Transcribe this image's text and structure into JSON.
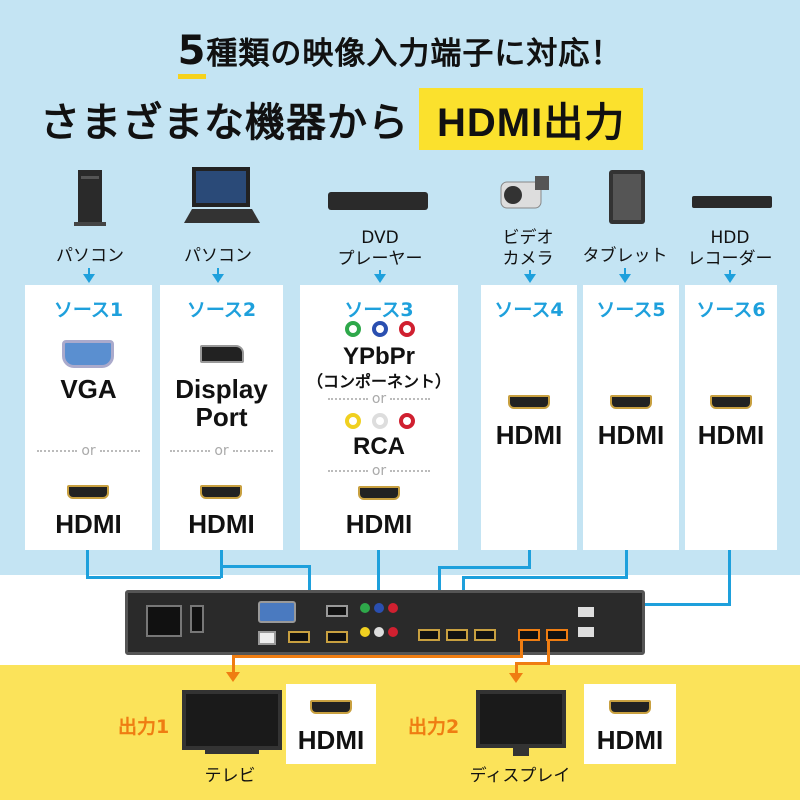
{
  "header": {
    "line1_num": "5",
    "line1_rest": "種類の映像入力端子に対応！",
    "line2_main": "さまざまな機器から",
    "line2_highlight": "HDMI出力"
  },
  "devices": [
    {
      "label": "パソコン",
      "icon": "desktop-pc-icon"
    },
    {
      "label": "パソコン",
      "icon": "laptop-icon"
    },
    {
      "label_line1": "DVD",
      "label_line2": "プレーヤー",
      "icon": "dvd-player-icon"
    },
    {
      "label_line1": "ビデオ",
      "label_line2": "カメラ",
      "icon": "video-camera-icon"
    },
    {
      "label": "タブレット",
      "icon": "tablet-icon"
    },
    {
      "label_line1": "HDD",
      "label_line2": "レコーダー",
      "icon": "hdd-recorder-icon"
    }
  ],
  "sources": [
    {
      "title": "ソース1",
      "main": "VGA",
      "or": "or",
      "alt": "HDMI"
    },
    {
      "title": "ソース2",
      "main_line1": "Display",
      "main_line2": "Port",
      "or": "or",
      "alt": "HDMI"
    },
    {
      "title": "ソース3",
      "ypbpr": "YPbPr",
      "component": "（コンポーネント）",
      "or1": "or",
      "rca": "RCA",
      "or2": "or",
      "alt": "HDMI"
    },
    {
      "title": "ソース4",
      "main": "HDMI"
    },
    {
      "title": "ソース5",
      "main": "HDMI"
    },
    {
      "title": "ソース6",
      "main": "HDMI"
    }
  ],
  "outputs": [
    {
      "label": "出力1",
      "connector": "HDMI",
      "device": "テレビ"
    },
    {
      "label": "出力2",
      "connector": "HDMI",
      "device": "ディスプレイ"
    }
  ],
  "colors": {
    "accent_blue": "#1ea0dc",
    "accent_orange": "#ef7d12",
    "highlight_yellow": "#fbe12d",
    "background_sky": "#c4e4f3"
  }
}
